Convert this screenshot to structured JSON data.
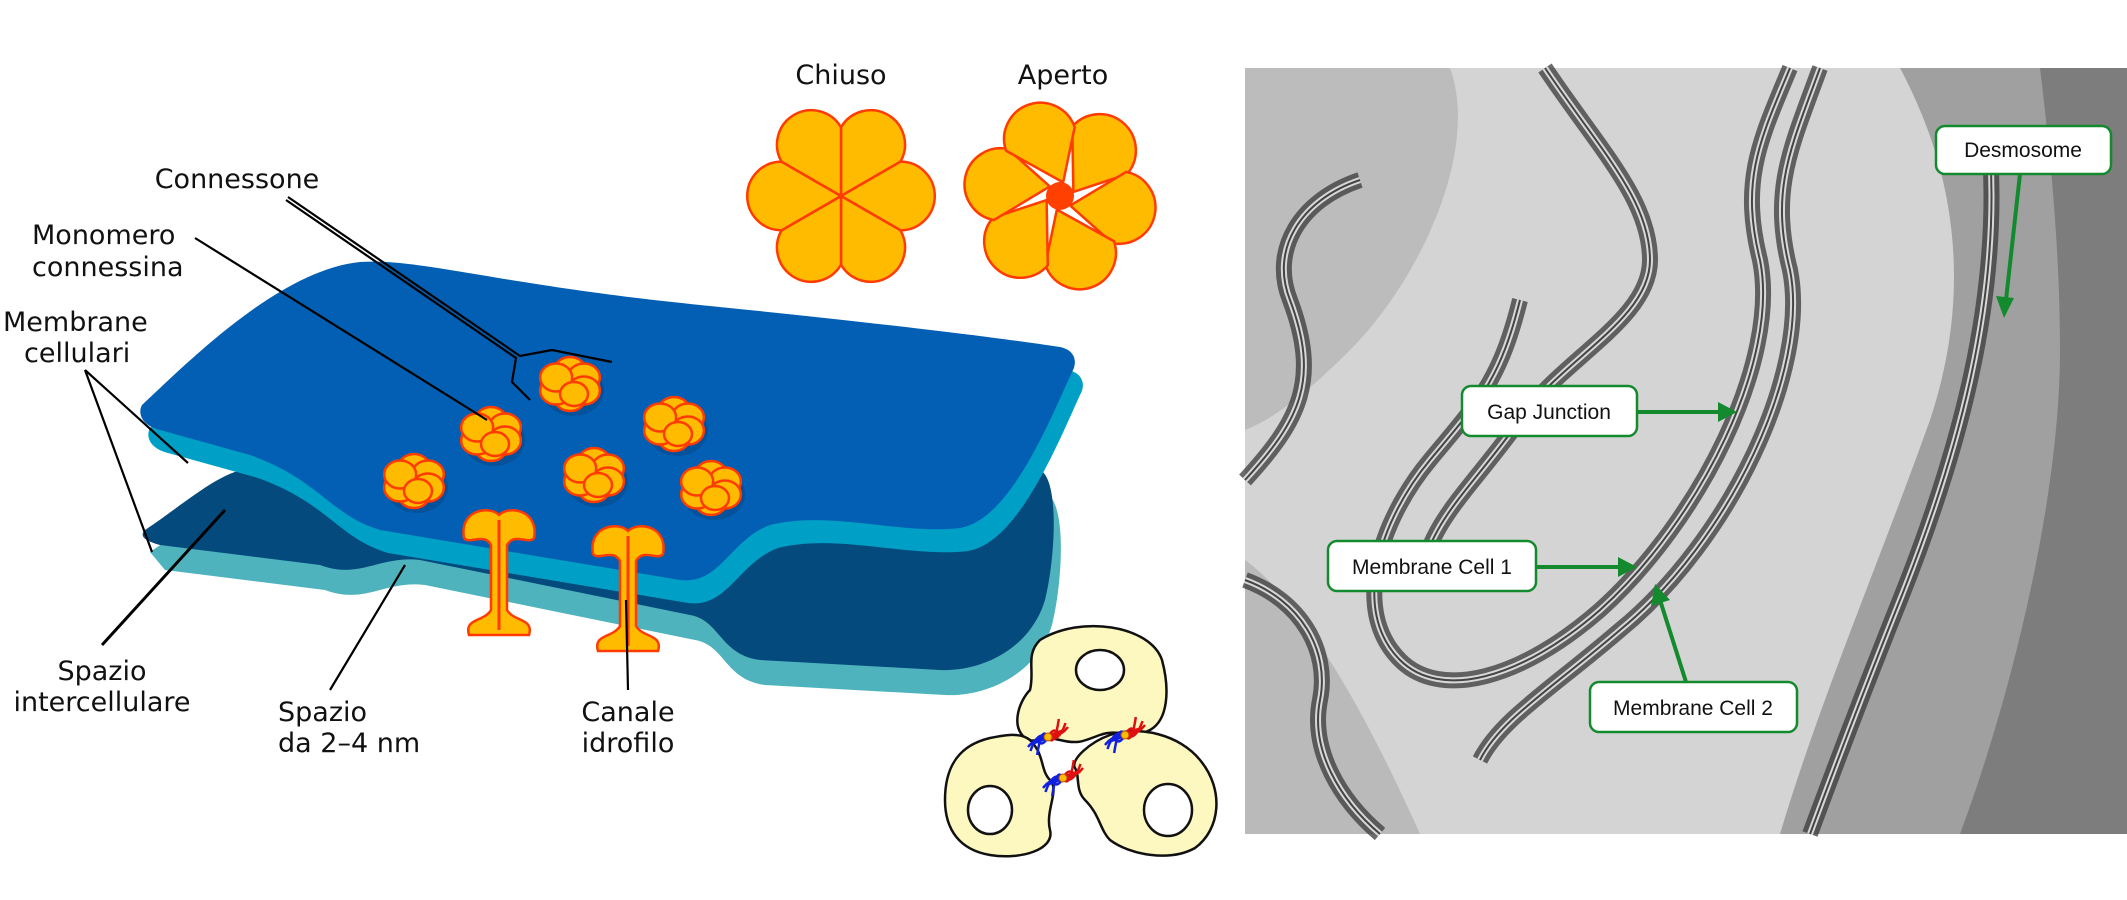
{
  "left_diagram": {
    "labels": {
      "connessone": "Connessone",
      "monomero_1": "Monomero",
      "monomero_2": "connessina",
      "membrane_1": "Membrane",
      "membrane_2": "cellulari",
      "spazio_inter_1": "Spazio",
      "spazio_inter_2": "intercellulare",
      "spazio_nm_1": "Spazio",
      "spazio_nm_2": "da 2–4 nm",
      "canale_1": "Canale",
      "canale_2": "idrofilo",
      "chiuso": "Chiuso",
      "aperto": "Aperto"
    },
    "colors": {
      "membrane_top": "#035fb3",
      "membrane_top_edge": "#00a0c6",
      "membrane_bottom": "#054a7d",
      "membrane_bottom_edge": "#4fb3bd",
      "connexon_fill": "#ffbb00",
      "connexon_stroke": "#ff3b00",
      "cell_fill": "#fdf8c0"
    }
  },
  "micrograph": {
    "labels": {
      "desmosome": "Desmosome",
      "gap_junction": "Gap Junction",
      "membrane_cell_1": "Membrane Cell 1",
      "membrane_cell_2": "Membrane Cell 2"
    },
    "colors": {
      "arrow": "#148a2e"
    }
  }
}
